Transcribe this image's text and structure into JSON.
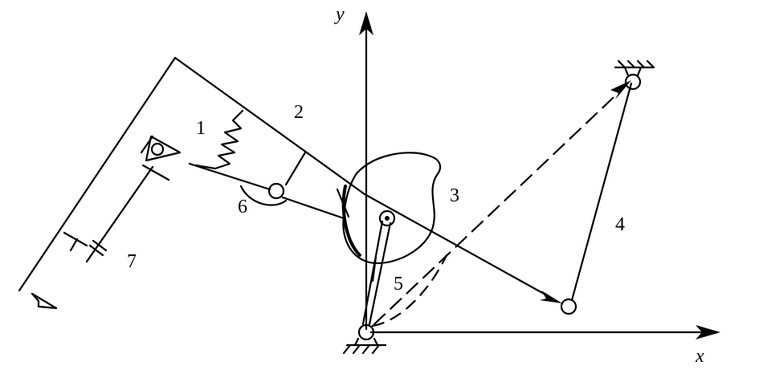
{
  "axes": {
    "x_label": "x",
    "y_label": "y"
  },
  "parts": [
    {
      "id": "part-1",
      "label": "1"
    },
    {
      "id": "part-2",
      "label": "2"
    },
    {
      "id": "part-3",
      "label": "3"
    },
    {
      "id": "part-4",
      "label": "4"
    },
    {
      "id": "part-5",
      "label": "5"
    },
    {
      "id": "part-6",
      "label": "6"
    },
    {
      "id": "part-7",
      "label": "7"
    }
  ],
  "colors": {
    "ink": "#000000",
    "background": "#ffffff"
  }
}
